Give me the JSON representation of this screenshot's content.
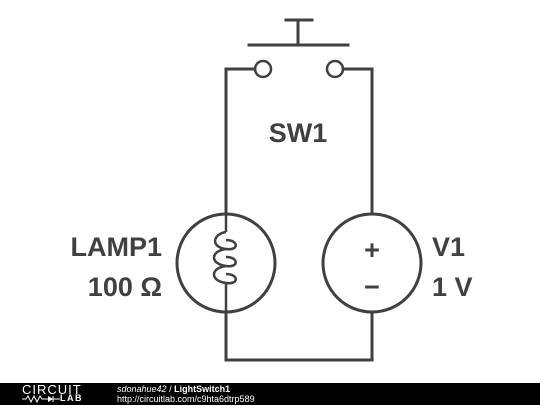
{
  "components": {
    "switch": {
      "name": "SW1"
    },
    "lamp": {
      "name": "LAMP1",
      "value": "100 Ω"
    },
    "source": {
      "name": "V1",
      "value": "1 V",
      "plus": "+",
      "minus": "−"
    }
  },
  "footer": {
    "logo_top": "CIRCUIT",
    "logo_bottom": "LAB",
    "user": "sdonahue42",
    "separator": " / ",
    "title": "LightSwitch1",
    "url": "http://circuitlab.com/c9hta6dtrp589"
  },
  "colors": {
    "wire": "#404040",
    "footer_bg": "#000000",
    "footer_text": "#ffffff"
  }
}
